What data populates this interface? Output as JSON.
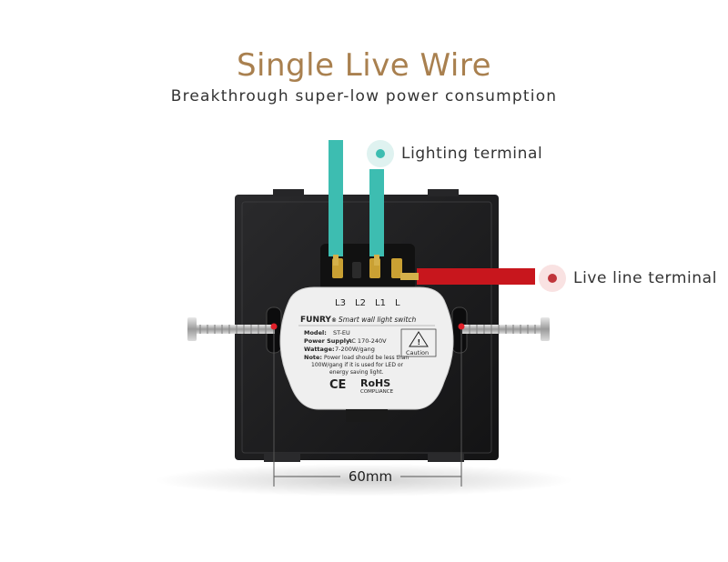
{
  "header": {
    "title": "Single Live Wire",
    "subtitle": "Breakthrough super-low power consumption"
  },
  "callouts": {
    "lighting": "Lighting terminal",
    "live": "Live line terminal"
  },
  "terminals": [
    "L3",
    "L2",
    "L1",
    "L"
  ],
  "module": {
    "brand": "FUNRY",
    "brand_mark": "®",
    "tagline": "Smart wall light switch",
    "model_label": "Model:",
    "model_value": "ST-EU",
    "power_label": "Power Supply:",
    "power_value": "AC 170-240V",
    "wattage_label": "Wattage:",
    "wattage_value": "7-200W/gang",
    "note_label": "Note:",
    "note_line1": "Power load should be less than",
    "note_line2": "100W/gang if it is used for LED or",
    "note_line3": "energy saving light.",
    "caution": "Caution",
    "ce": "CE",
    "rohs": "RoHS",
    "rohs_sub": "COMPLIANCE"
  },
  "dimension": {
    "label": "60mm"
  },
  "colors": {
    "title": "#a9804f",
    "lighting_wire": "#3dbdb1",
    "live_wire": "#c8161d",
    "panel": "#1d1d1f"
  }
}
